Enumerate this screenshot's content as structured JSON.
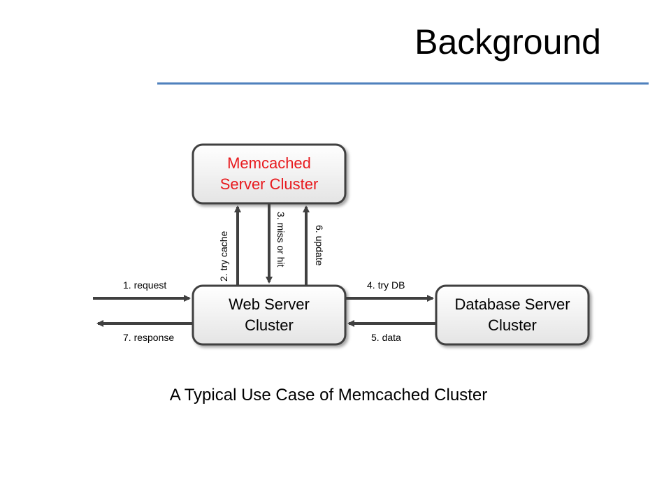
{
  "slide": {
    "title": "Background",
    "caption": "A Typical Use Case of Memcached Cluster"
  },
  "colors": {
    "title_rule": "#4f81bd",
    "memcached_text": "#e8191d",
    "box_border": "#404040",
    "arrow": "#404040",
    "box_fill": "#f5f5f5"
  },
  "diagram": {
    "nodes": {
      "memcached": {
        "line1": "Memcached",
        "line2": "Server Cluster"
      },
      "web": {
        "line1": "Web Server",
        "line2": "Cluster"
      },
      "database": {
        "line1": "Database Server",
        "line2": "Cluster"
      }
    },
    "edges": {
      "request": "1. request",
      "try_cache": "2. try cache",
      "miss_or_hit": "3. miss or hit",
      "try_db": "4. try DB",
      "data": "5. data",
      "update": "6. update",
      "response": "7. response"
    }
  }
}
